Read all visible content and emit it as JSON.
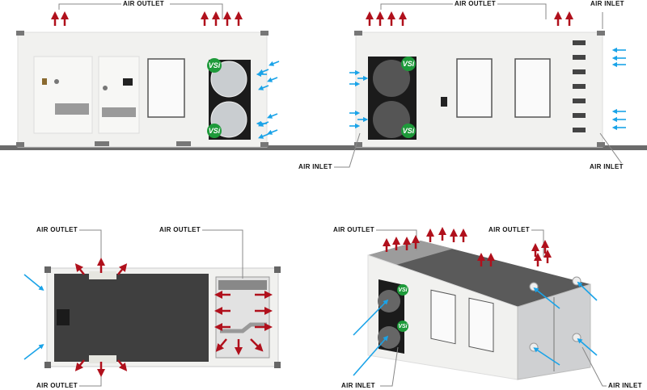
{
  "labels": {
    "front_outlet": "AIR OUTLET",
    "rear_outlet": "AIR OUTLET",
    "rear_inlet_top": "AIR INLET",
    "front_inlet": "AIR INLET",
    "rear_inlet_bottom": "AIR INLET",
    "top_outlet_left": "AIR OUTLET",
    "top_outlet_right": "AIR OUTLET",
    "top_outlet_bottom": "AIR OUTLET",
    "iso_outlet_left": "AIR OUTLET",
    "iso_outlet_right": "AIR OUTLET",
    "iso_inlet_left": "AIR INLET",
    "iso_inlet_right": "AIR INLET"
  },
  "brand_badge": "VSi",
  "colors": {
    "outlet_arrow": "#b0101c",
    "inlet_arrow": "#1aa3e8",
    "badge": "#1e9a3a",
    "enclosure": "#f1f1ef",
    "ground": "#6b6b6b"
  }
}
